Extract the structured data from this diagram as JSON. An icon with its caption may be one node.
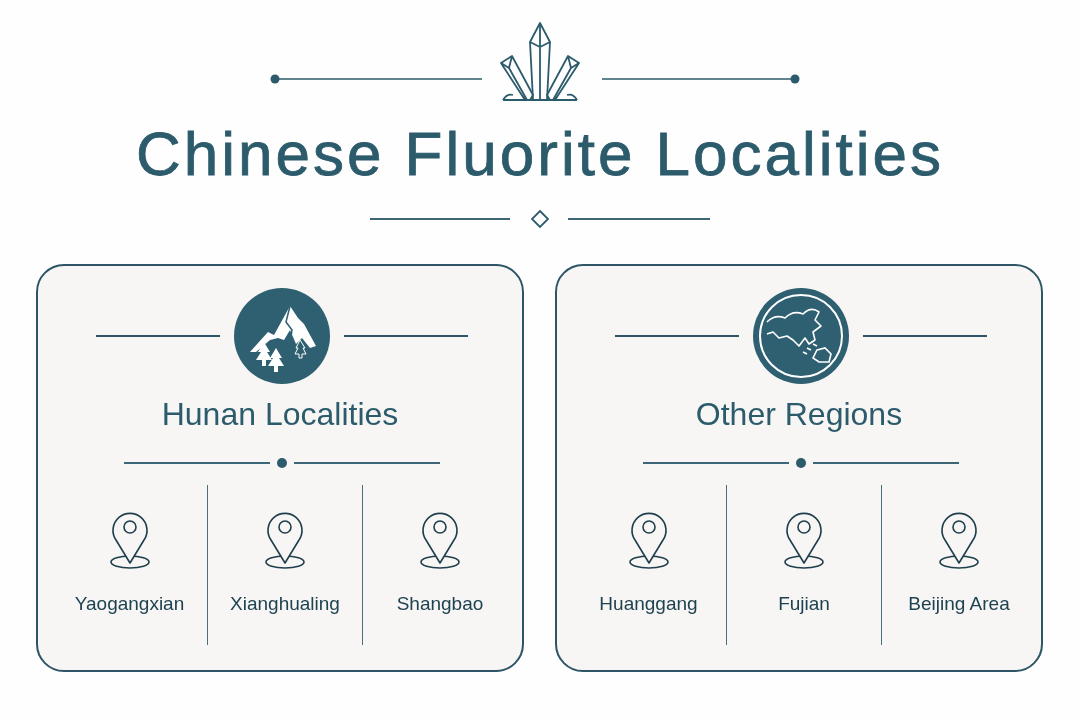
{
  "diagram": {
    "title": "Chinese Fluorite Localities",
    "nodes": [
      {
        "text": [
          "Hunan Localities"
        ]
      },
      {
        "text": [
          "Yaogangxian"
        ],
        "in": 0
      },
      {
        "text": [
          "Xianghualing"
        ],
        "in": 0
      },
      {
        "text": [
          "Shangbao"
        ],
        "in": 0
      },
      {
        "text": [
          "Other Regions"
        ]
      },
      {
        "text": [
          "Huanggang"
        ],
        "in": 4
      },
      {
        "text": [
          "Fujian"
        ],
        "in": 4
      },
      {
        "text": [
          "Beijing Area"
        ],
        "in": 4
      }
    ]
  }
}
